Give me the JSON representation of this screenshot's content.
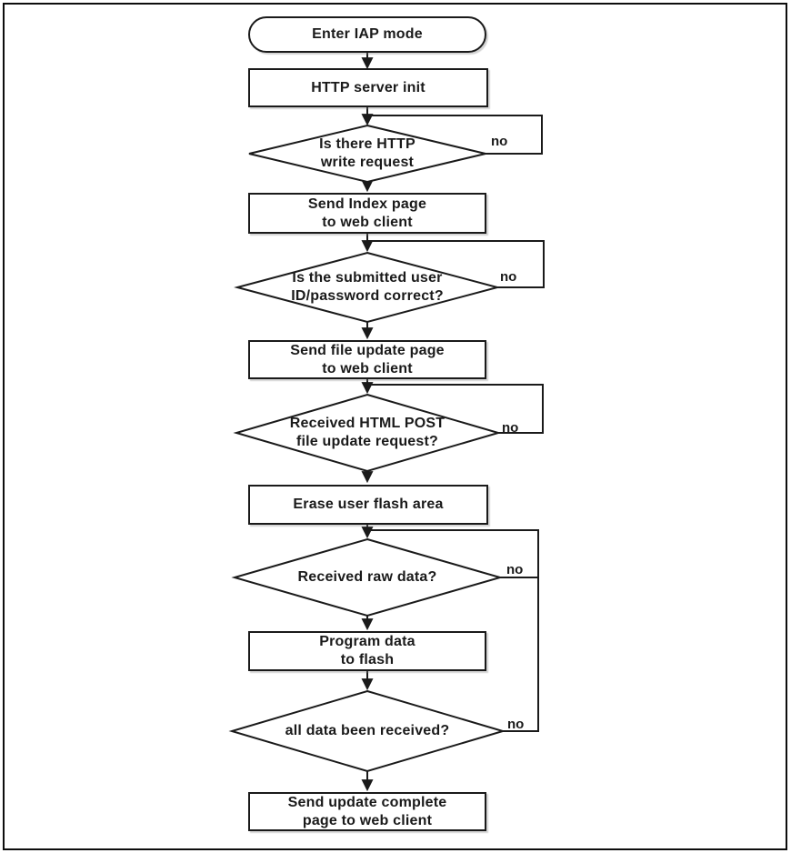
{
  "diagram": {
    "nodes": {
      "start": "Enter IAP mode",
      "http_server_init": "HTTP server init",
      "dec_http_write": "Is there HTTP\nwrite request",
      "send_index_page": "Send Index page\nto web client",
      "dec_credentials": "Is the submitted user\nID/password correct?",
      "send_file_update_page": "Send file update page\nto web client",
      "dec_post_request": "Received HTML POST\nfile update request?",
      "erase_flash": "Erase user flash area",
      "dec_raw_data": "Received raw data?",
      "program_flash": "Program data\nto flash",
      "dec_all_received": "all data been received?",
      "send_complete_page": "Send update complete\npage to web client"
    },
    "edge_labels": {
      "no1": "no",
      "no2": "no",
      "no3": "no",
      "no4": "no",
      "no5": "no"
    },
    "colors": {
      "stroke": "#1a1a1a",
      "fill": "#ffffff",
      "text": "#1a1a1a"
    }
  }
}
